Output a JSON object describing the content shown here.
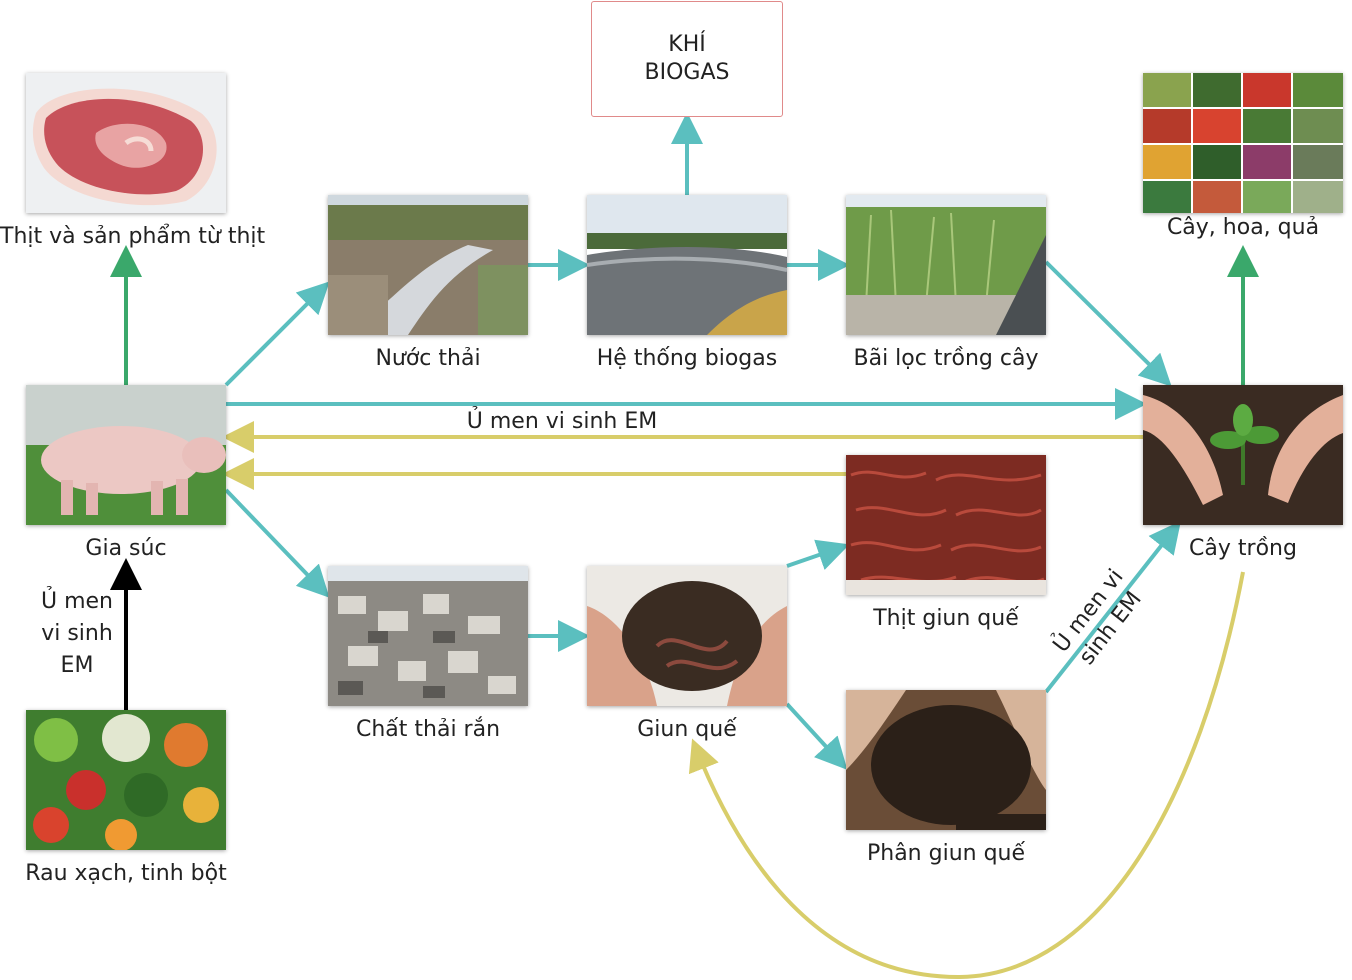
{
  "nodes": {
    "meat": {
      "label": "Thịt và sản phẩm từ thịt"
    },
    "waste_water": {
      "label": "Nước thải"
    },
    "biogas_system": {
      "label": "Hệ thống biogas"
    },
    "filter_bed": {
      "label": "Bãi lọc trồng cây"
    },
    "fruit_flowers": {
      "label": "Cây, hoa, quả"
    },
    "livestock": {
      "label": "Gia súc"
    },
    "crops": {
      "label": "Cây trồng"
    },
    "worm_meat": {
      "label": "Thịt giun quế"
    },
    "solid_waste": {
      "label": "Chất thải rắn"
    },
    "earthworm": {
      "label": "Giun quế"
    },
    "worm_compost": {
      "label": "Phân giun quế"
    },
    "vegetables": {
      "label": "Rau xạch, tinh bột"
    }
  },
  "biogas_gas": {
    "line1": "KHÍ",
    "line2": "BIOGAS"
  },
  "edge_labels": {
    "em_horizontal": "Ủ men vi sinh EM",
    "em_vertical": [
      "Ủ men",
      "vi sinh",
      "EM"
    ],
    "em_diagonal": [
      "Ủ men vi",
      "sinh EM"
    ]
  },
  "colors": {
    "teal": "#5bbfbf",
    "green": "#3aa86b",
    "olive": "#d8cd6a",
    "black": "#000000",
    "box_border": "#e08a8a"
  }
}
